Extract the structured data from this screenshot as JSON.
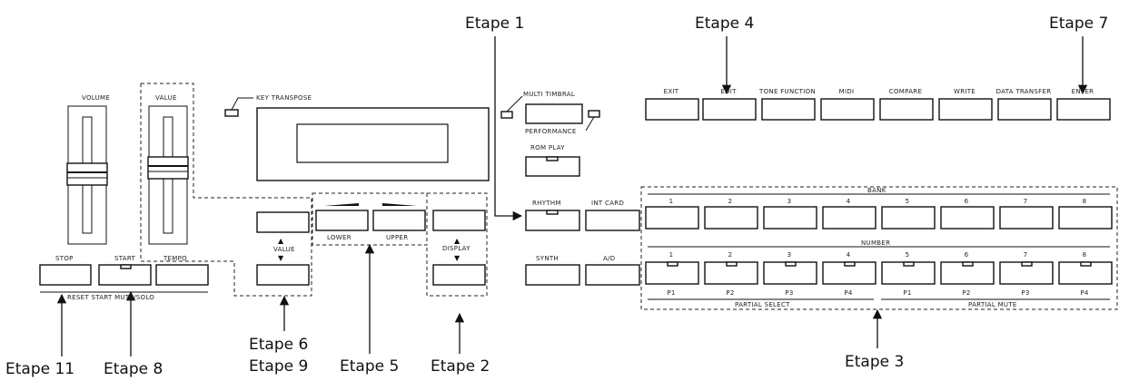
{
  "steps": {
    "s1": "Etape 1",
    "s2": "Etape 2",
    "s3": "Etape 3",
    "s4": "Etape 4",
    "s5": "Etape 5",
    "s6": "Etape 6",
    "s7": "Etape 7",
    "s8": "Etape 8",
    "s9": "Etape 9",
    "s11": "Etape 11"
  },
  "panel": {
    "volume": "VOLUME",
    "value_slider": "VALUE",
    "key_transpose": "KEY TRANSPOSE",
    "multi_timbral": "MULTI TIMBRAL",
    "performance": "PERFORMANCE",
    "rom_play": "ROM PLAY",
    "rhythm": "RHYTHM",
    "int_card": "INT CARD",
    "synth": "SYNTH",
    "a_d": "A/D",
    "stop": "STOP",
    "start": "START",
    "tempo": "TEMPO",
    "reset_start_mute": "RESET START MUTE/SOLO",
    "value_btn": "VALUE",
    "lower": "LOWER",
    "upper": "UPPER",
    "display": "DISPLAY",
    "bank": "BANK",
    "number": "NUMBER",
    "partial_select": "PARTIAL SELECT",
    "partial_mute": "PARTIAL MUTE",
    "top_buttons": [
      "EXIT",
      "EDIT",
      "TONE FUNCTION",
      "MIDI",
      "COMPARE",
      "WRITE",
      "DATA TRANSFER",
      "ENTER"
    ],
    "digits": [
      "1",
      "2",
      "3",
      "4",
      "5",
      "6",
      "7",
      "8"
    ],
    "parts": [
      "P1",
      "P2",
      "P3",
      "P4",
      "P1",
      "P2",
      "P3",
      "P4"
    ]
  }
}
